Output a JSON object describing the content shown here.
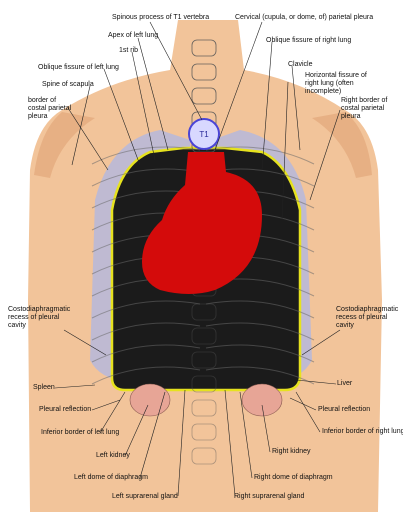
{
  "colors": {
    "skin": "#f2c49a",
    "skin_shade": "#e2a87a",
    "pleura": "#b6b8dc",
    "lung": "#1b1b1b",
    "outline": "#e6e21e",
    "heart": "#d40b0b",
    "vertebra_marker": "#4b45d6",
    "kidney": "#e7a596"
  },
  "labels": {
    "spinous_process_t1": "Spinous process of T1 vertebra",
    "cervical_cupula": "Cervical (cupula, or dome, of) parietal pleura",
    "apex_left_lung": "Apex of left lung",
    "oblique_fissure_right": "Oblique fissure of right lung",
    "first_rib": "1st rib",
    "clavicle": "Clavicle",
    "oblique_fissure_left": "Oblique fissure of left lung",
    "horizontal_fissure_right": "Horizontal fissure of right lung (often incomplete)",
    "spine_scapula": "Spine of scapula",
    "right_border_costal": "Right border of costal parietal pleura",
    "border_costal_left": "border of costal parietal pleura",
    "costodiaphragmatic_left": "Costodiaphragmatic recess of pleural cavity",
    "costodiaphragmatic_right": "Costodiaphragmatic recess of pleural cavity",
    "spleen": "Spleen",
    "liver": "Liver",
    "pleural_reflection_left": "Pleural reflection",
    "pleural_reflection_right": "Pleural reflection",
    "inferior_border_left": "Inferior border of left lung",
    "inferior_border_right": "Inferior border of right lung",
    "left_kidney": "Left kidney",
    "right_kidney": "Right kidney",
    "left_dome": "Left dome of diaphragm",
    "right_dome": "Right dome of diaphragm",
    "left_suprarenal": "Left suprarenal gland",
    "right_suprarenal": "Right suprarenal gland",
    "vertebra_marker_text": "T1"
  }
}
